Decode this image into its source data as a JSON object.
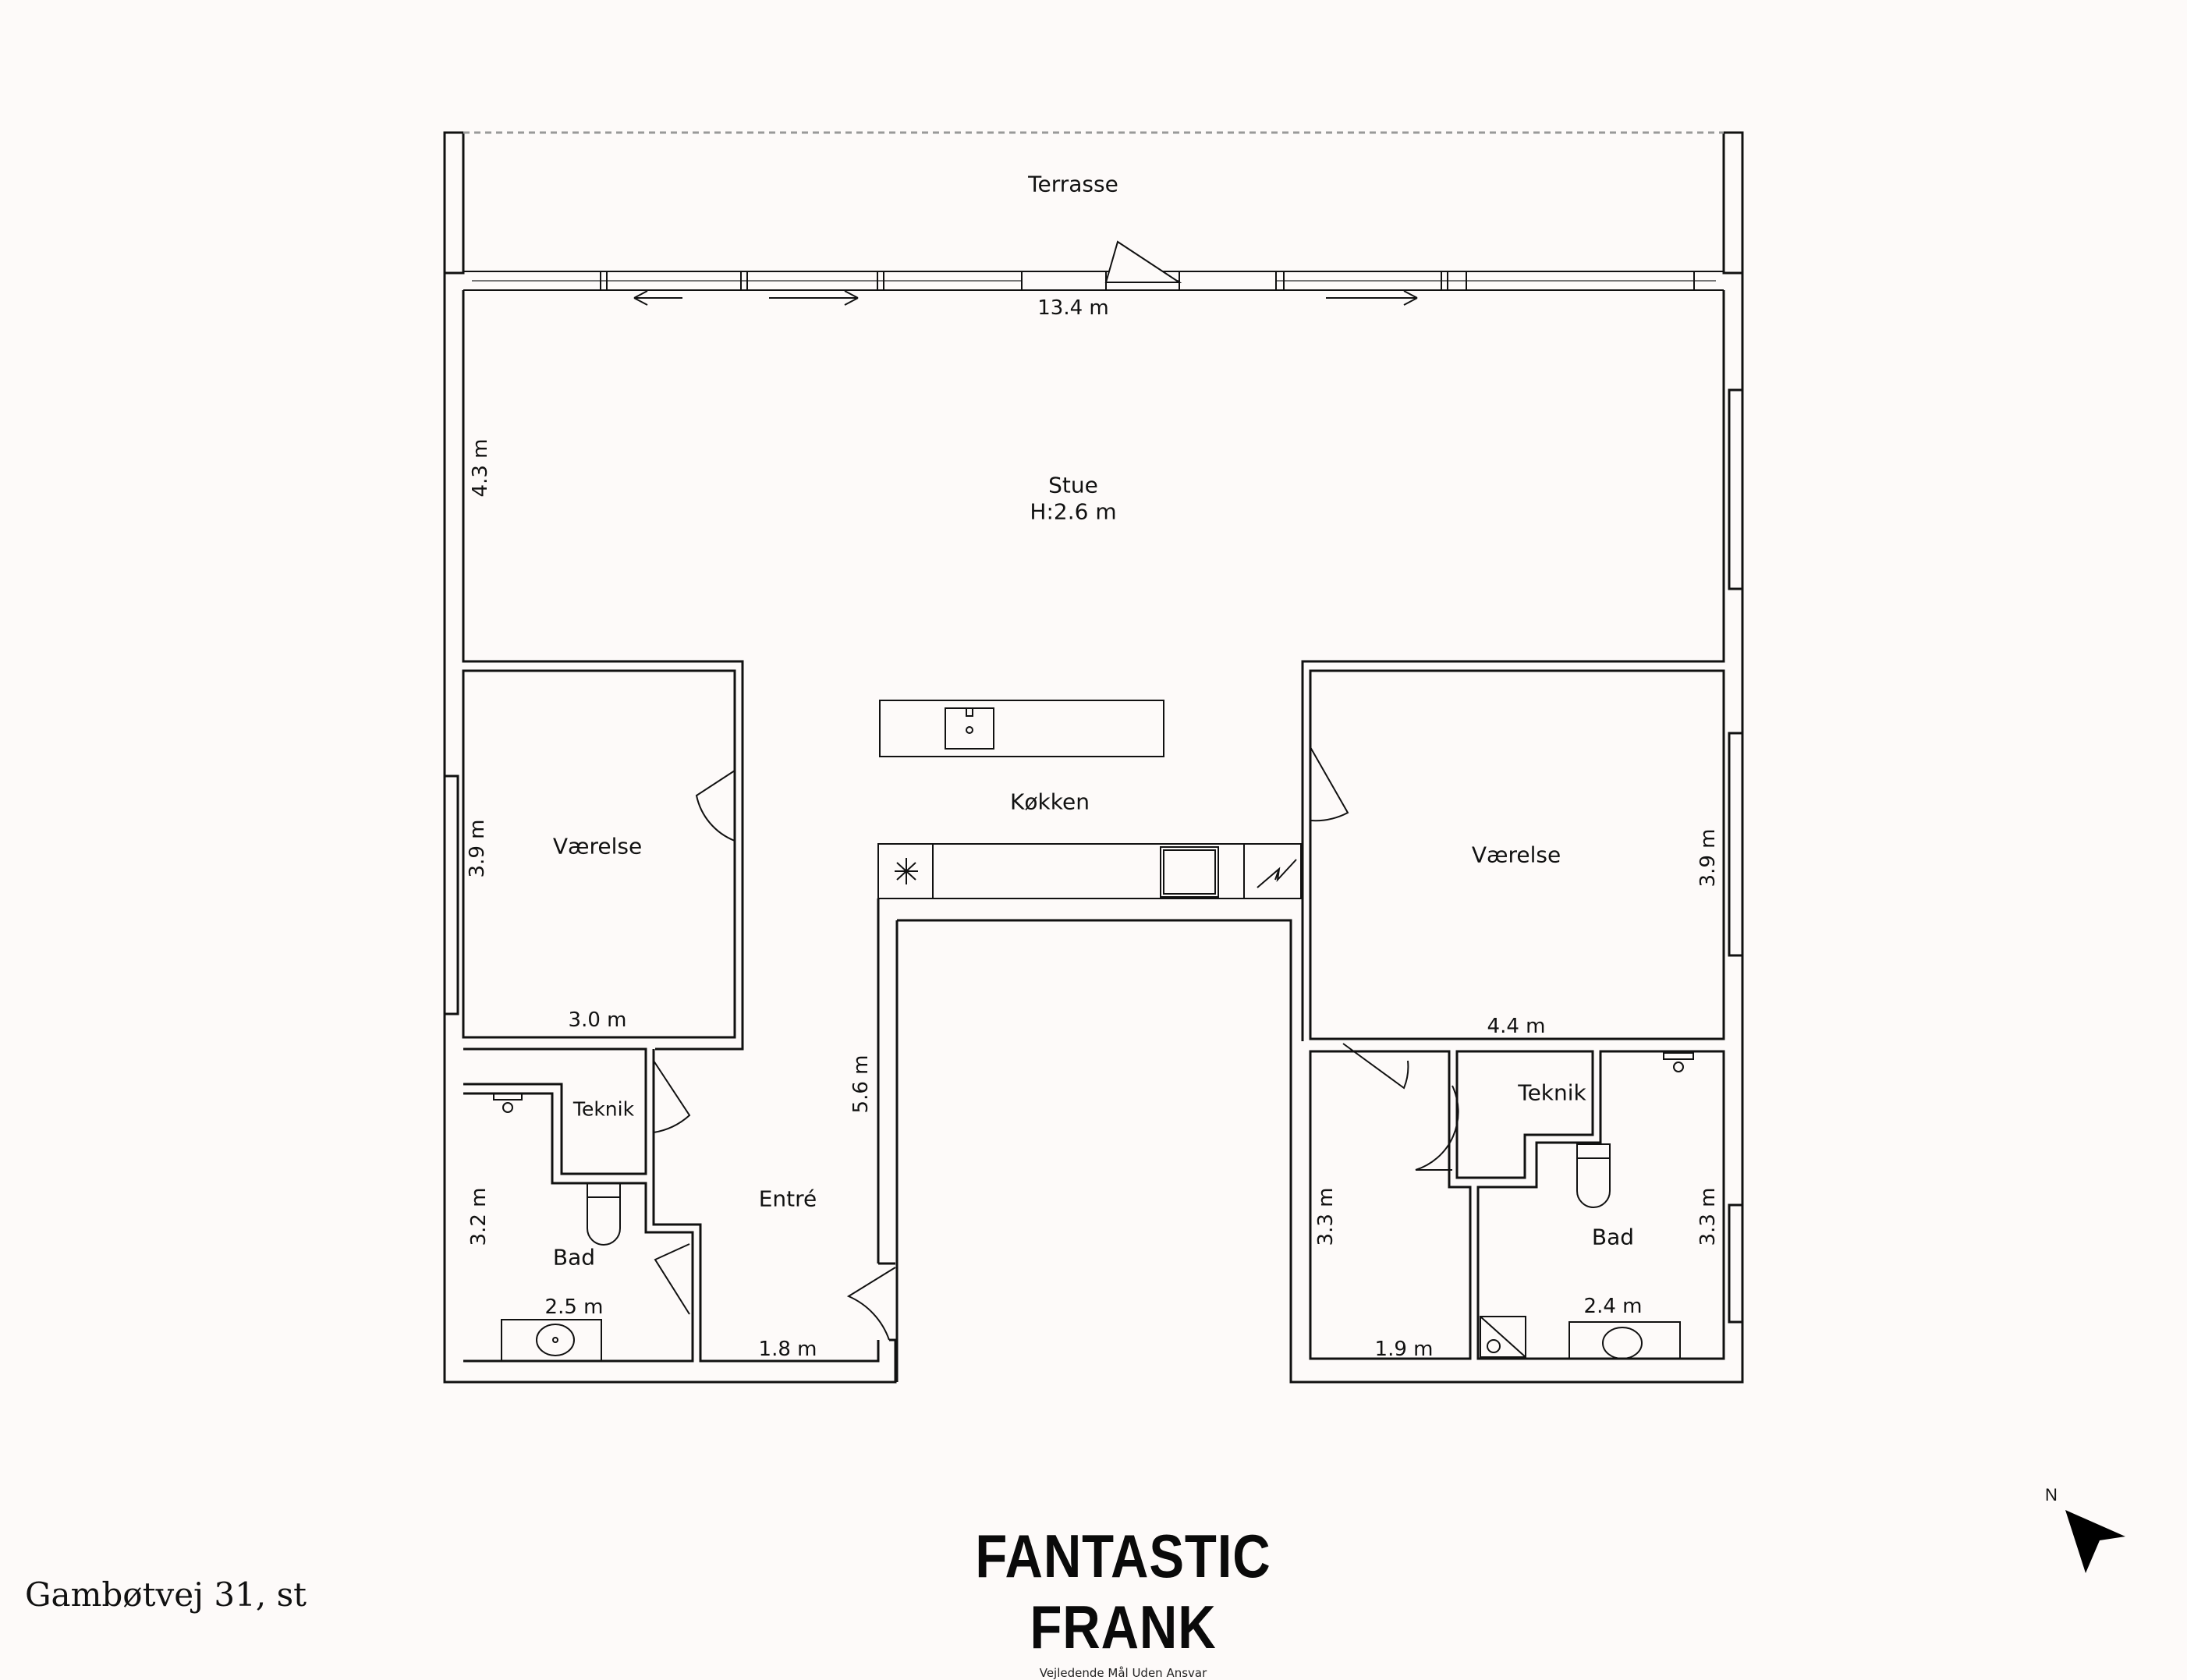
{
  "rooms": {
    "terrasse": "Terrasse",
    "stue": "Stue",
    "stue_height": "H:2.6 m",
    "koekken": "Køkken",
    "vaerelse_left": "Værelse",
    "vaerelse_right": "Værelse",
    "teknik_left": "Teknik",
    "teknik_right": "Teknik",
    "bad_left": "Bad",
    "bad_right": "Bad",
    "entre": "Entré"
  },
  "dimensions": {
    "stue_width": "13.4 m",
    "stue_depth": "4.3 m",
    "vaerelse_left_depth": "3.9 m",
    "vaerelse_left_width": "3.0 m",
    "vaerelse_right_depth": "3.9 m",
    "vaerelse_right_width": "4.4 m",
    "entre_depth": "5.6 m",
    "entre_width": "1.8 m",
    "bad_left_depth": "3.2 m",
    "bad_left_width": "2.5 m",
    "right_room_depth": "3.3 m",
    "right_room_width": "1.9 m",
    "bad_right_depth": "3.3 m",
    "bad_right_width": "2.4 m"
  },
  "fixtures": [
    "fridge-icon",
    "stove-icon",
    "oven-icon",
    "sink-icon",
    "toilet-icon",
    "shower-icon",
    "washing-machine-icon"
  ],
  "branding": {
    "logo": "FANTASTIC FRANK",
    "disclaimer": "Vejledende Mål Uden Ansvar"
  },
  "address": "Gambøtvej 31, st",
  "compass": {
    "label": "N"
  },
  "colors": {
    "background": "#fdfaf9",
    "line": "#111111"
  }
}
